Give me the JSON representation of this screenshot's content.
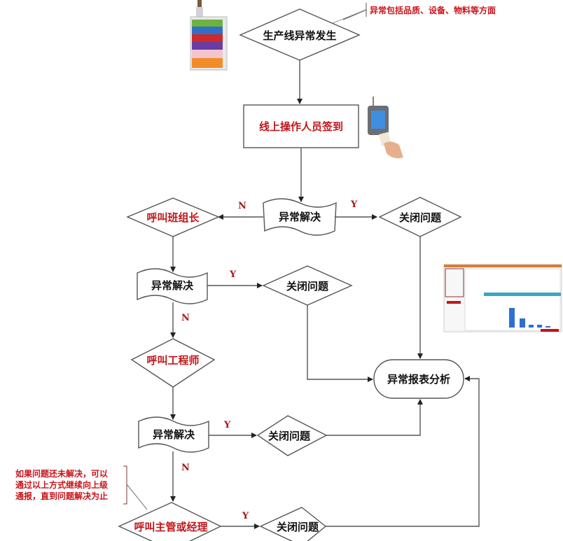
{
  "diagram": {
    "annotations": {
      "top_note": "异常包括品质、设备、物料等方面",
      "bottom_note_lines": [
        "如果问题还未解决，可以",
        "通过以上方式继续向上级",
        "通报，直到问题解决为止"
      ]
    },
    "nodes": {
      "start": "生产线异常发生",
      "signin": "线上操作人员签到",
      "resolve1": "异常解决",
      "call_leader": "呼叫班组长",
      "close1": "关闭问题",
      "resolve2": "异常解决",
      "close2": "关闭问题",
      "call_engineer": "呼叫工程师",
      "report": "异常报表分析",
      "resolve3": "异常解决",
      "close3": "关闭问题",
      "call_manager": "呼叫主管或经理",
      "close4": "关闭问题"
    },
    "edge_labels": {
      "r1_no": "N",
      "r1_yes": "Y",
      "r2_yes": "Y",
      "r2_no": "N",
      "r3_yes": "Y",
      "r3_no": "N",
      "m_yes": "Y"
    },
    "images": {
      "andon_tower": "andon-light-tower",
      "card_reader": "handheld-card-reader",
      "report_screen": "report-software-screenshot"
    },
    "colors": {
      "accent_red": "#c0161b",
      "line": "#555555"
    }
  }
}
